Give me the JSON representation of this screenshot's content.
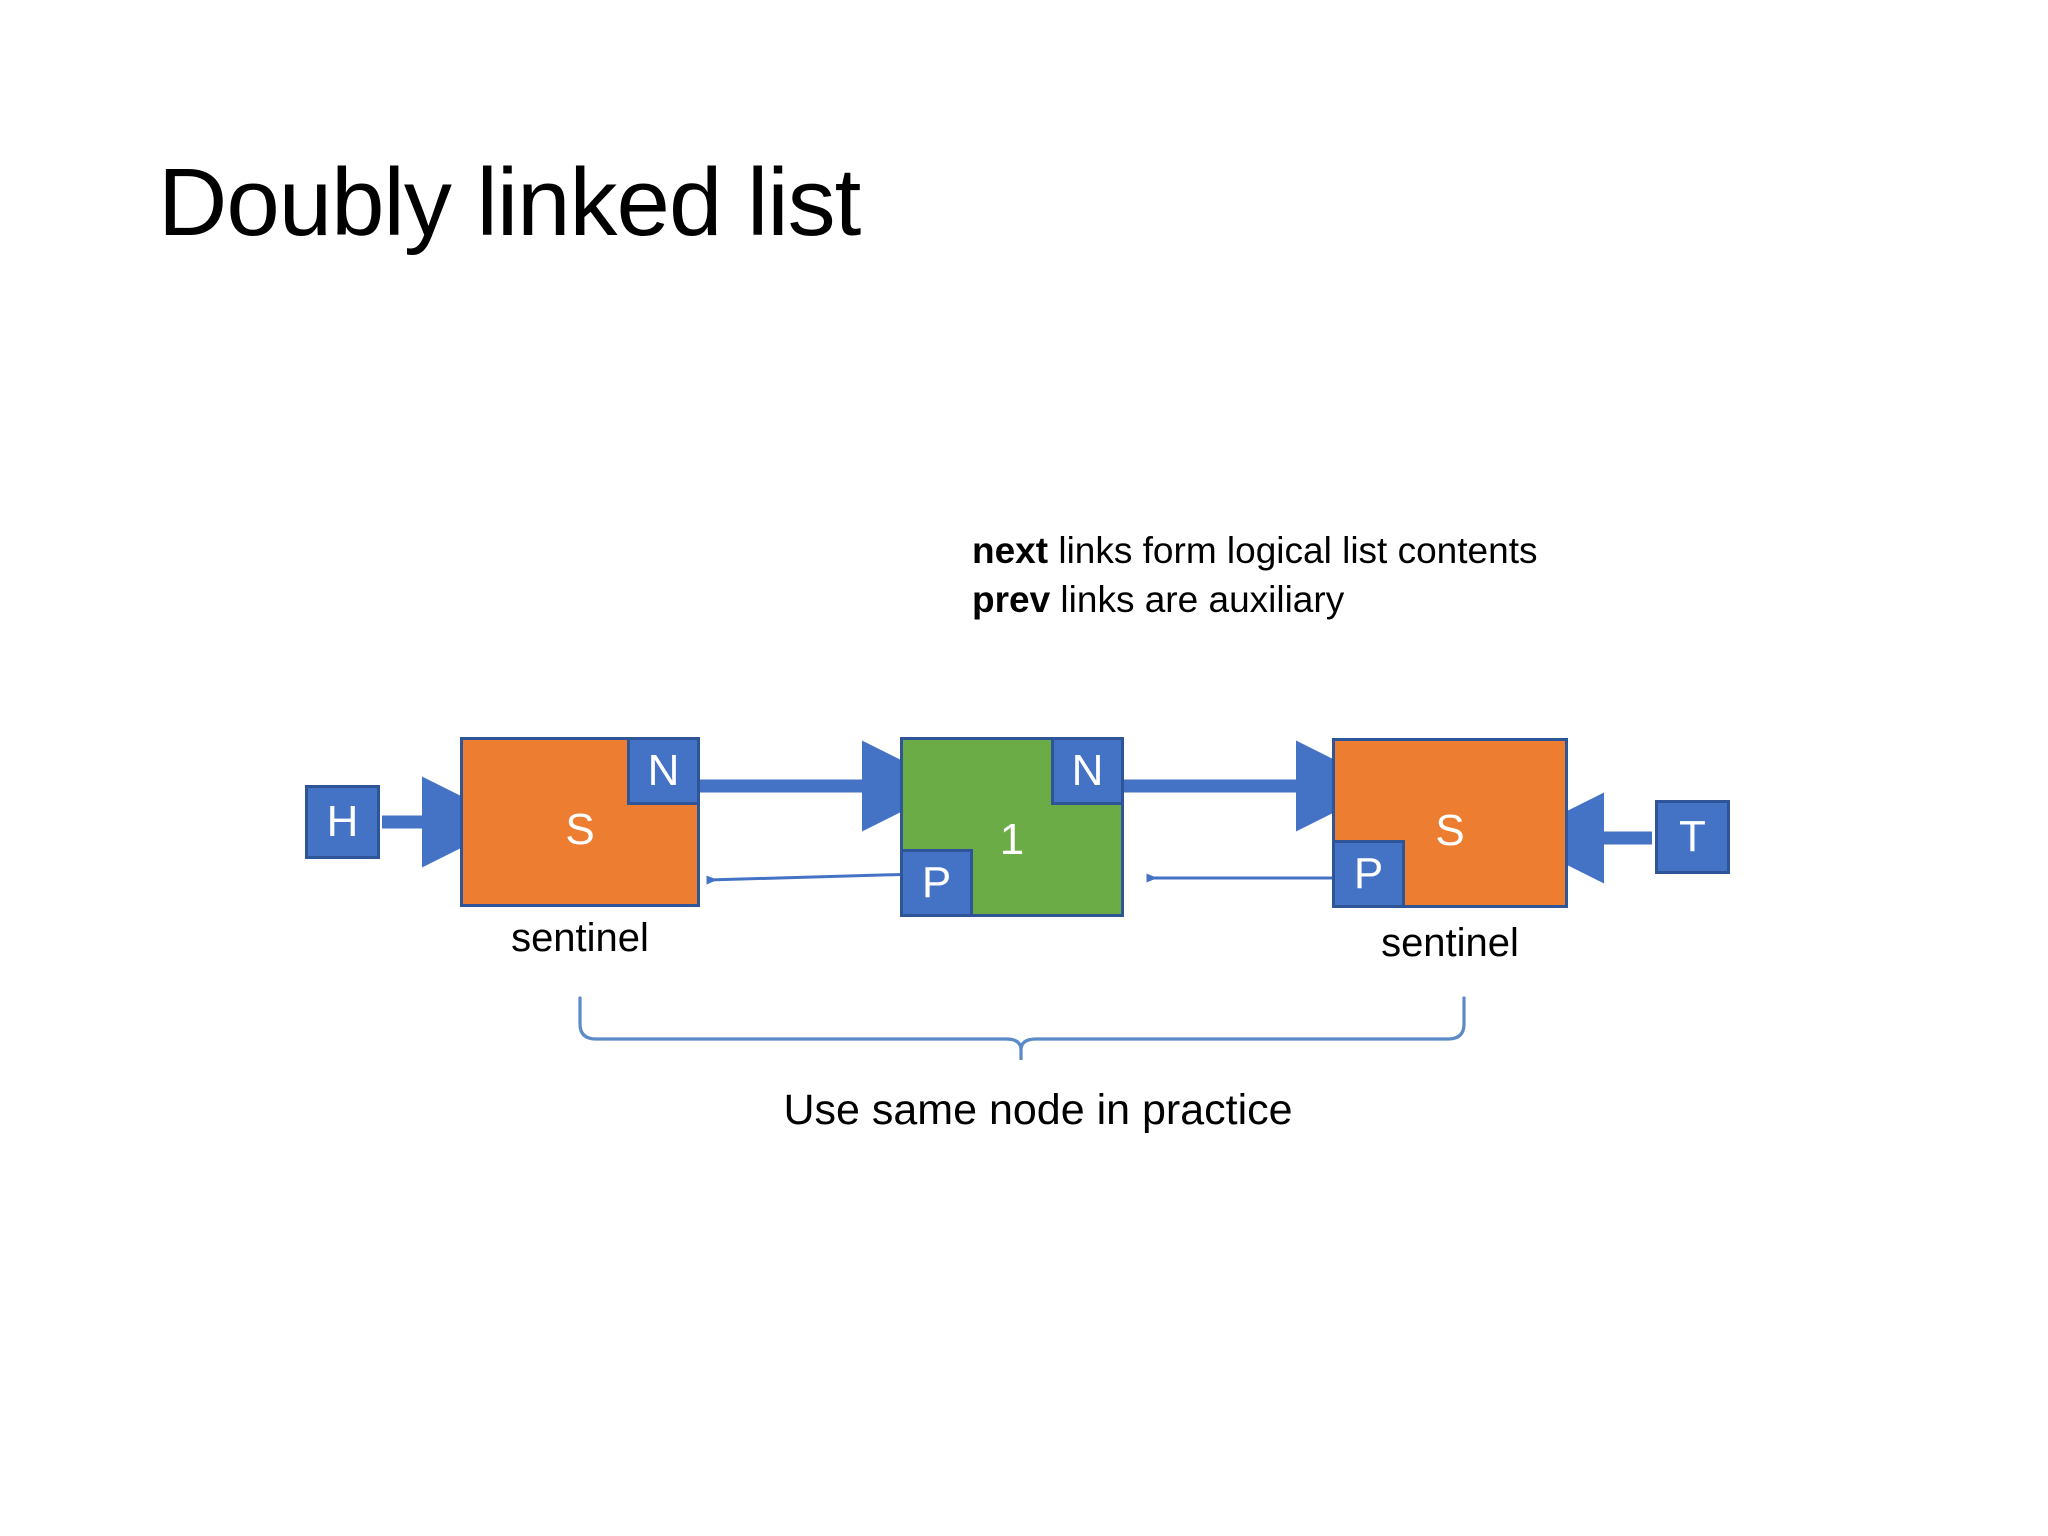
{
  "slide": {
    "title": "Doubly linked list",
    "background_color": "#FFFFFF"
  },
  "annotation": {
    "line1_keyword": "next",
    "line1_rest": " links form logical list contents",
    "line2_keyword": "prev",
    "line2_rest": " links are auxiliary"
  },
  "palette": {
    "sentinel_fill": "#ED7D31",
    "data_fill": "#6CAC46",
    "pointer_fill": "#4472C4",
    "border": "#2E5597",
    "arrow": "#4472C4",
    "text_on_shape": "#FFFFFF",
    "text": "#000000"
  },
  "diagram": {
    "head_pointer": {
      "label": "H"
    },
    "tail_pointer": {
      "label": "T"
    },
    "nodes": [
      {
        "id": "left-sentinel",
        "value_label": "S",
        "kind": "sentinel",
        "next_field_label": "N",
        "prev_field_label": "",
        "caption": "sentinel"
      },
      {
        "id": "data-node-1",
        "value_label": "1",
        "kind": "data",
        "next_field_label": "N",
        "prev_field_label": "P",
        "caption": ""
      },
      {
        "id": "right-sentinel",
        "value_label": "S",
        "kind": "sentinel",
        "next_field_label": "",
        "prev_field_label": "P",
        "caption": "sentinel"
      }
    ],
    "brace_caption": "Use same node in practice"
  }
}
